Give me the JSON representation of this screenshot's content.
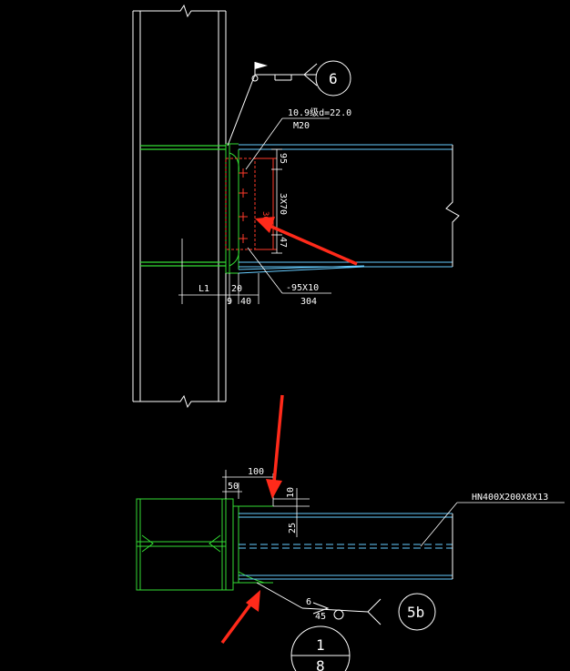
{
  "colors": {
    "background": "#000000",
    "column": "#ffffff",
    "flange": "#33dd33",
    "beam": "#66ccff",
    "bolt": "#ff3a2a",
    "dimension": "#ffffff",
    "arrow": "#ff2a1a"
  },
  "upper_detail": {
    "weld_callout": "6",
    "bolt_spec_top": "10.9级d=22.0",
    "bolt_spec_bottom": "M20",
    "bolt_spacing": "3X70",
    "plate_height": "304",
    "top_offset": "95",
    "bottom_offset": "47",
    "plate_spec": "-95X10",
    "plate_len": "304",
    "dim_l1": "L1",
    "dim_20": "20",
    "dim_9": "9",
    "dim_40": "40"
  },
  "lower_detail": {
    "dim_100": "100",
    "dim_50": "50",
    "dim_10": "10",
    "dim_25": "25",
    "beam_spec": "HN400X200X8X13",
    "weld_size": "6",
    "weld_angle": "45",
    "weld_callout": "5b",
    "section_num": "1",
    "section_den": "8"
  }
}
